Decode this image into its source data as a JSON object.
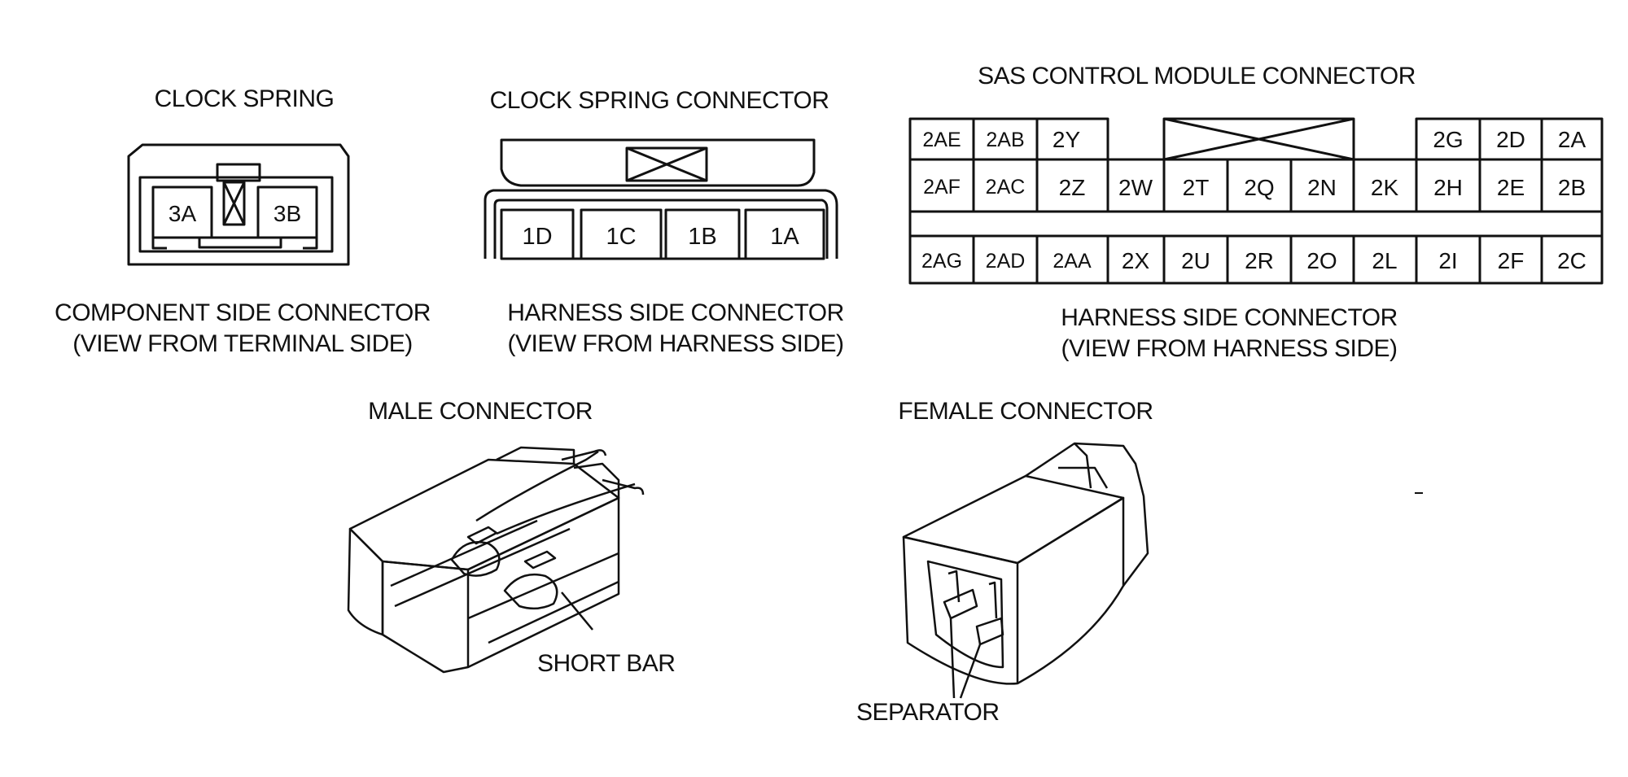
{
  "clock_spring": {
    "title": "CLOCK SPRING",
    "pins": [
      "3A",
      "3B"
    ],
    "caption_line1": "COMPONENT SIDE CONNECTOR",
    "caption_line2": "(VIEW FROM TERMINAL SIDE)"
  },
  "clock_spring_connector": {
    "title": "CLOCK SPRING CONNECTOR",
    "pins": [
      "1D",
      "1C",
      "1B",
      "1A"
    ],
    "caption_line1": "HARNESS SIDE CONNECTOR",
    "caption_line2": "(VIEW FROM HARNESS SIDE)"
  },
  "sas_connector": {
    "title": "SAS CONTROL MODULE CONNECTOR",
    "row1_left": [
      "2AE",
      "2AB",
      "2Y"
    ],
    "row1_right": [
      "2G",
      "2D",
      "2A"
    ],
    "row2": [
      "2AF",
      "2AC",
      "2Z",
      "2W",
      "2T",
      "2Q",
      "2N",
      "2K",
      "2H",
      "2E",
      "2B"
    ],
    "row3": [
      "2AG",
      "2AD",
      "2AA",
      "2X",
      "2U",
      "2R",
      "2O",
      "2L",
      "2I",
      "2F",
      "2C"
    ],
    "caption_line1": "HARNESS SIDE CONNECTOR",
    "caption_line2": "(VIEW FROM HARNESS SIDE)"
  },
  "male_connector": {
    "title": "MALE CONNECTOR",
    "callout": "SHORT BAR"
  },
  "female_connector": {
    "title": "FEMALE CONNECTOR",
    "callout": "SEPARATOR"
  }
}
